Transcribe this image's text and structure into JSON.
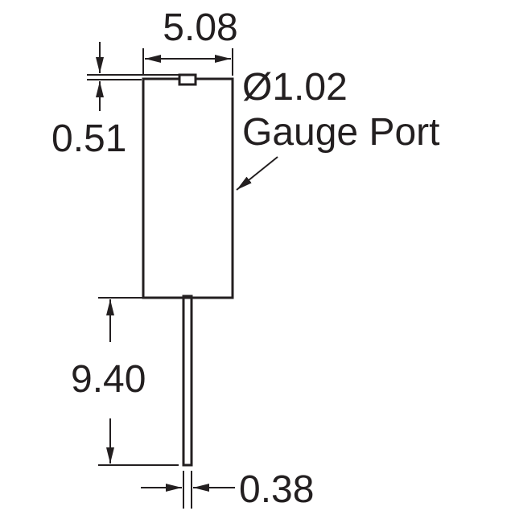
{
  "dimensions": {
    "body_width": "5.08",
    "port_diameter": "Ø1.02",
    "port_height": "0.51",
    "lead_length": "9.40",
    "lead_width": "0.38"
  },
  "callout": {
    "label": "Gauge Port"
  },
  "colors": {
    "ink": "#231f20",
    "background": "#ffffff"
  }
}
